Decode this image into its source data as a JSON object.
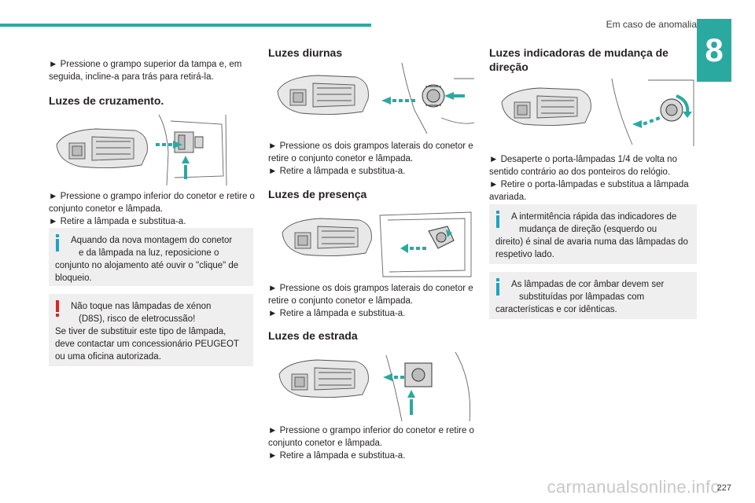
{
  "header": {
    "title": "Em caso de anomalia",
    "chapter": "8"
  },
  "col1": {
    "intro": "► Pressione o grampo superior da tampa e, em seguida, incline-a para trás para retirá-la.",
    "heading": "Luzes de cruzamento.",
    "steps": [
      "► Pressione o grampo inferior do conetor e retire o conjunto conetor e lâmpada.",
      "► Retire a lâmpada e substitua-a."
    ],
    "info": {
      "l1": "Aquando da nova montagem do conetor",
      "l2": "e da lâmpada na luz, reposicione o",
      "rest": "conjunto no alojamento até ouvir o \"clique\" de bloqueio."
    },
    "warning": {
      "l1": "Não toque nas lâmpadas de xénon",
      "l2": "(D8S), risco de eletrocussão!",
      "rest": "Se tiver de substituir este tipo de lâmpada, deve contactar um concessionário PEUGEOT ou uma oficina autorizada."
    }
  },
  "col2": {
    "sections": [
      {
        "heading": "Luzes diurnas",
        "steps": [
          "► Pressione os dois grampos laterais do conetor e retire o conjunto conetor e lâmpada.",
          "► Retire a lâmpada e substitua-a."
        ]
      },
      {
        "heading": "Luzes de presença",
        "steps": [
          "► Pressione os dois grampos laterais do conetor e retire o conjunto conetor e lâmpada.",
          "► Retire a lâmpada e substitua-a."
        ]
      },
      {
        "heading": "Luzes de estrada",
        "steps": [
          "► Pressione o grampo inferior do conetor e retire o conjunto conetor e lâmpada.",
          "► Retire a lâmpada e substitua-a."
        ]
      }
    ]
  },
  "col3": {
    "heading": "Luzes indicadoras de mudança de direção",
    "steps": [
      "► Desaperte o porta-lâmpadas 1/4 de volta no sentido contrário ao dos ponteiros do relógio.",
      "► Retire o porta-lâmpadas e substitua a lâmpada avariada."
    ],
    "info1": {
      "l1": "A intermitência rápida das indicadores de",
      "l2": "mudança de direção (esquerdo ou",
      "rest": "direito) é sinal de avaria numa das lâmpadas do respetivo lado."
    },
    "info2": {
      "l1": "As lâmpadas de cor âmbar devem ser",
      "l2": "substituídas por lâmpadas com",
      "rest": "características e cor idênticas."
    }
  },
  "footer": {
    "page": "227",
    "watermark": "carmanualsonline.info"
  },
  "colors": {
    "accent": "#2aa9a0",
    "info": "#1aa3c8",
    "warning": "#e0231c"
  }
}
